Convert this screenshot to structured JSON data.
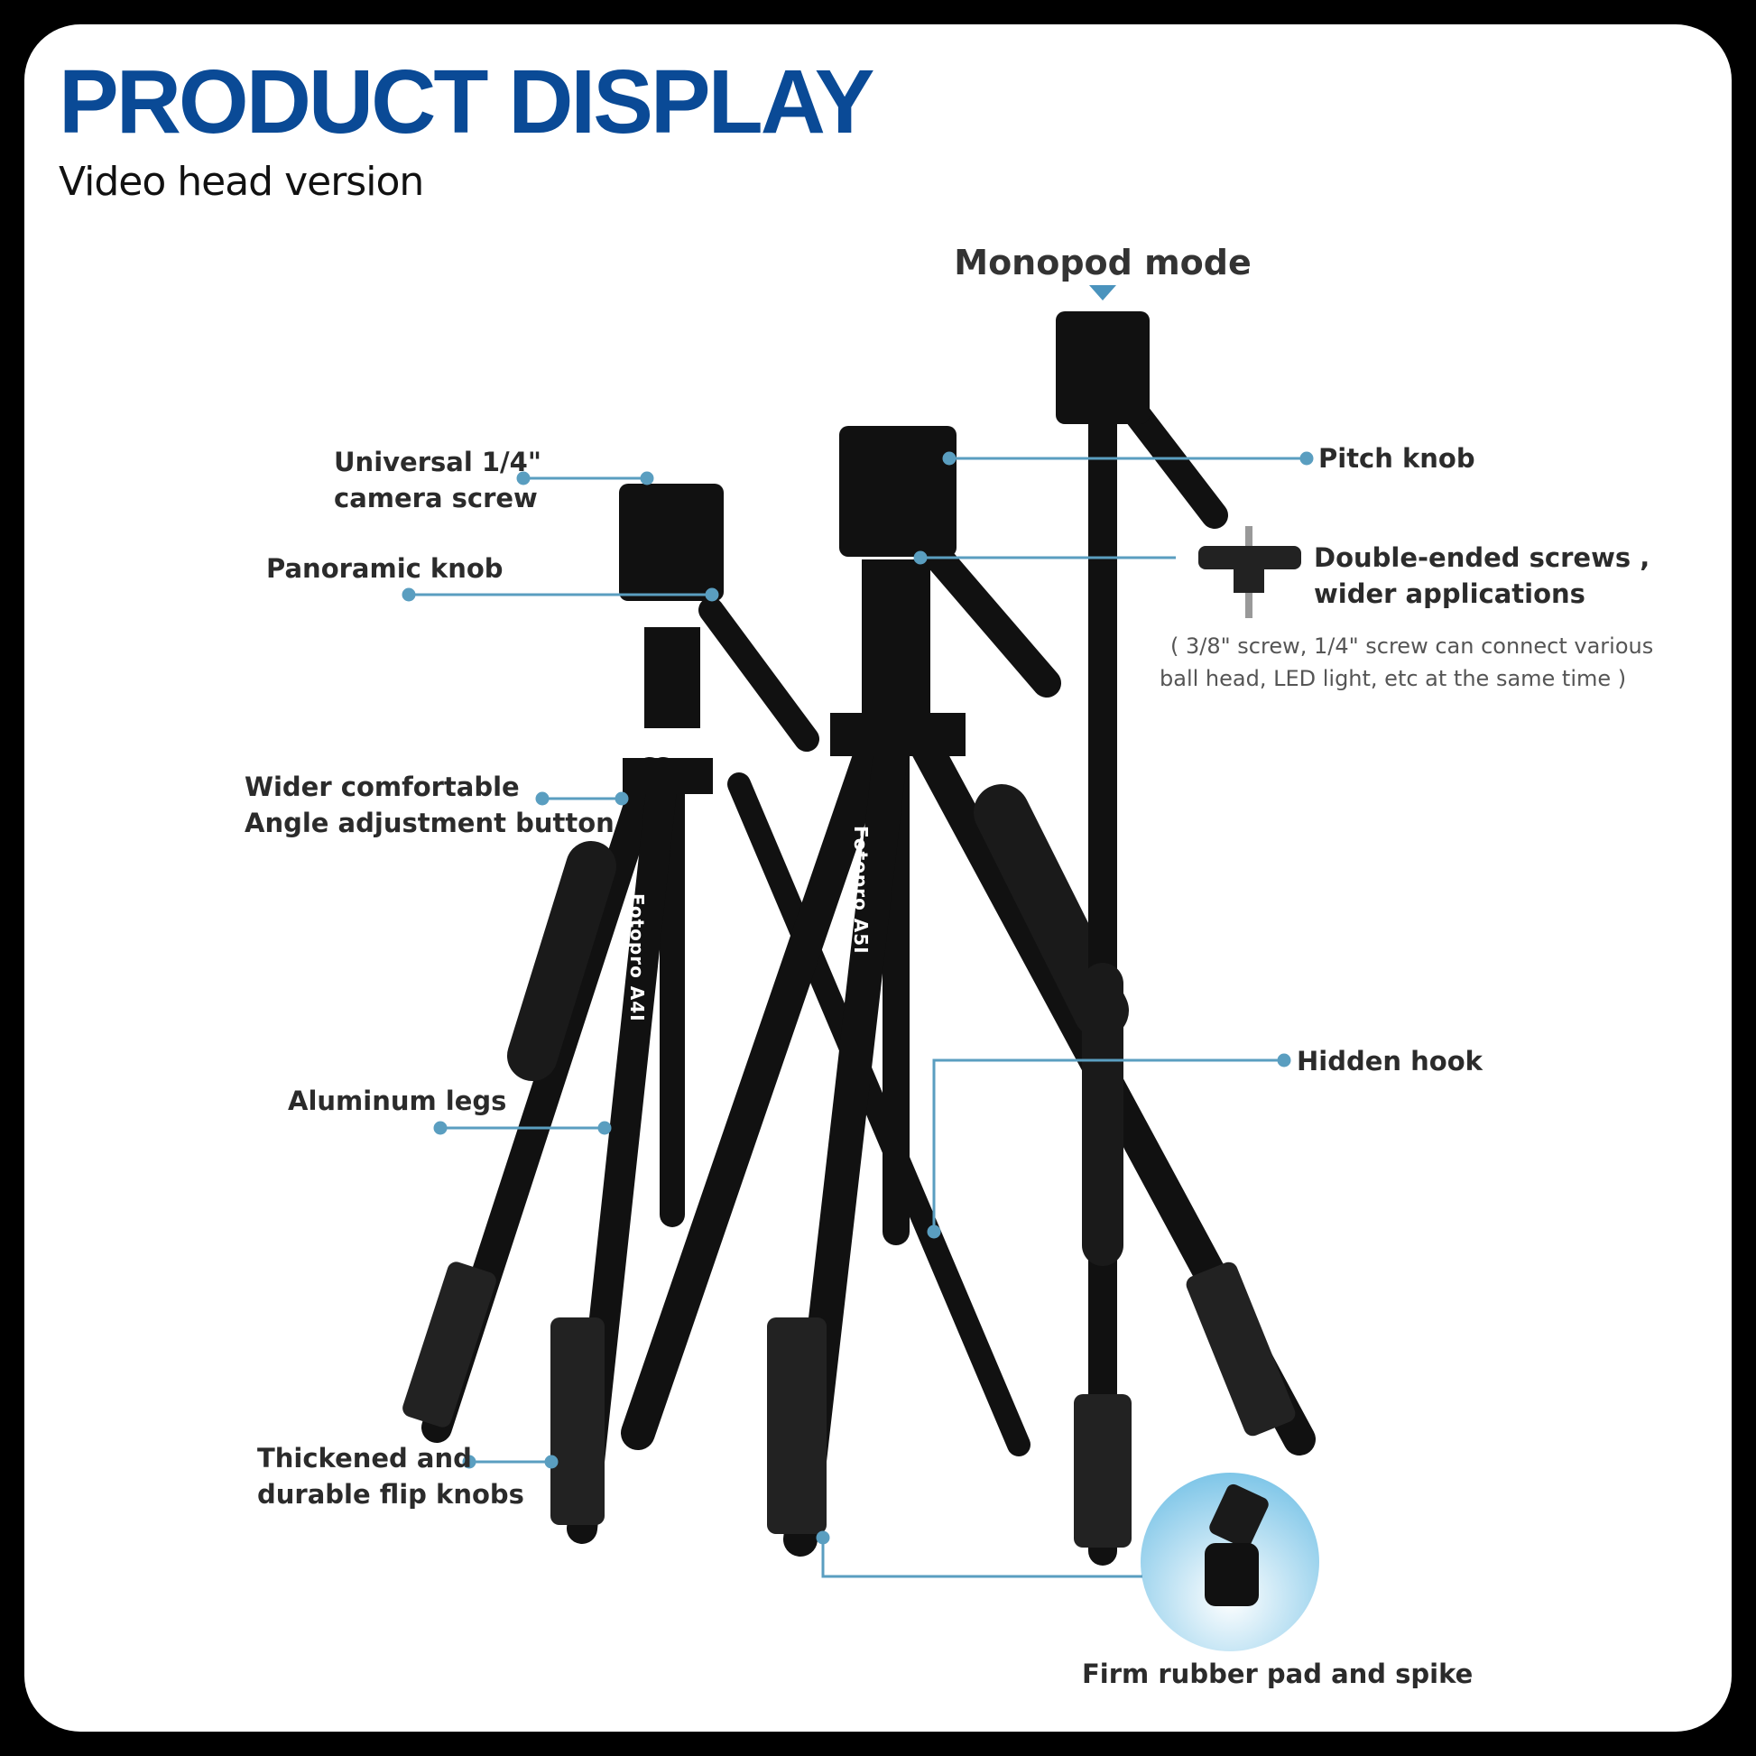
{
  "header": {
    "title": "PRODUCT DISPLAY",
    "subtitle": "Video head version"
  },
  "monopod_label": "Monopod mode",
  "callouts": {
    "camera_screw": [
      "Universal 1/4\"",
      "camera screw"
    ],
    "panoramic_knob": "Panoramic knob",
    "angle_button": [
      "Wider comfortable",
      "Angle adjustment button"
    ],
    "aluminum_legs": "Aluminum legs",
    "flip_knobs": [
      "Thickened and",
      "durable flip knobs"
    ],
    "pitch_knob": "Pitch knob",
    "double_screws": [
      "Double-ended screws ,",
      "wider applications"
    ],
    "double_screws_note": [
      "( 3/8\" screw, 1/4\" screw can connect various",
      "ball head, LED light, etc at the same time )"
    ],
    "hidden_hook": "Hidden hook",
    "rubber_pad": "Firm rubber pad and spike"
  },
  "product_markings": {
    "left_tripod": "Fotopro A4I",
    "middle_tripod": "Fotopro A5I"
  },
  "colors": {
    "title": "#0a4a96",
    "callout_line": "#5a9ec0",
    "frame": "#000000"
  }
}
